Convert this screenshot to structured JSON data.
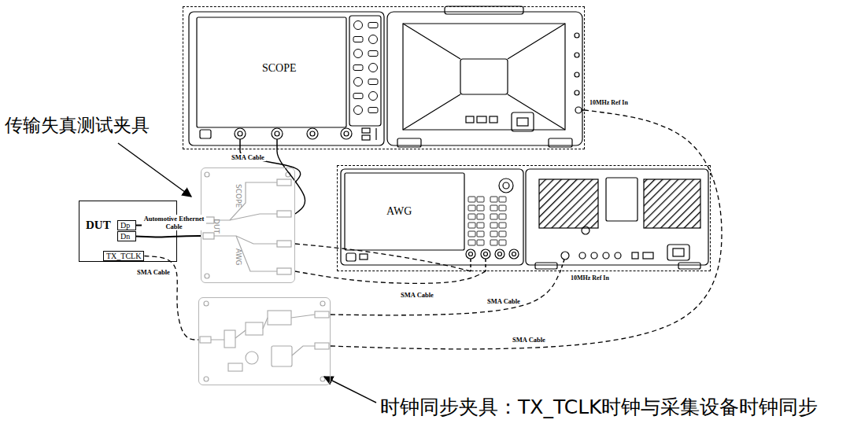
{
  "diagram": {
    "nodes": [
      {
        "text": [
          "SCOPE",
          "10MHz Ref In"
        ]
      },
      {
        "text": [
          "DUT"
        ]
      },
      {
        "text": [
          "Dp"
        ],
        "in": 1
      },
      {
        "text": [
          "Dn"
        ],
        "in": 1
      },
      {
        "text": [
          "TX_TCLK"
        ],
        "in": 1
      },
      {
        "text": [
          "传输失真测试夹具",
          "SCOPE",
          "DUT",
          "AWG"
        ]
      },
      {
        "text": [
          "AWG",
          "10MHz Ref In"
        ]
      },
      {
        "text": [
          "时钟同步夹具：TX_TCLK时钟与采集设备时钟同步"
        ]
      }
    ],
    "edges": [
      {
        "from": 0,
        "to": 5,
        "arrow": "none",
        "label": "SMA Cable"
      },
      {
        "from": 0,
        "to": 5,
        "arrow": "none"
      },
      {
        "from": 2,
        "to": 5,
        "arrow": "none",
        "label": "Automotive Ethernet Cable"
      },
      {
        "from": 3,
        "to": 5,
        "arrow": "none"
      },
      {
        "from": 5,
        "to": 6,
        "arrow": "none"
      },
      {
        "from": 5,
        "to": 6,
        "arrow": "none",
        "label": "SMA Cable"
      },
      {
        "from": 4,
        "to": 7,
        "arrow": "none",
        "label": "SMA Cable"
      },
      {
        "from": 7,
        "to": 6,
        "arrow": "none",
        "label": "SMA Cable"
      },
      {
        "from": 7,
        "to": 0,
        "arrow": "none",
        "label": "SMA Cable"
      }
    ]
  }
}
